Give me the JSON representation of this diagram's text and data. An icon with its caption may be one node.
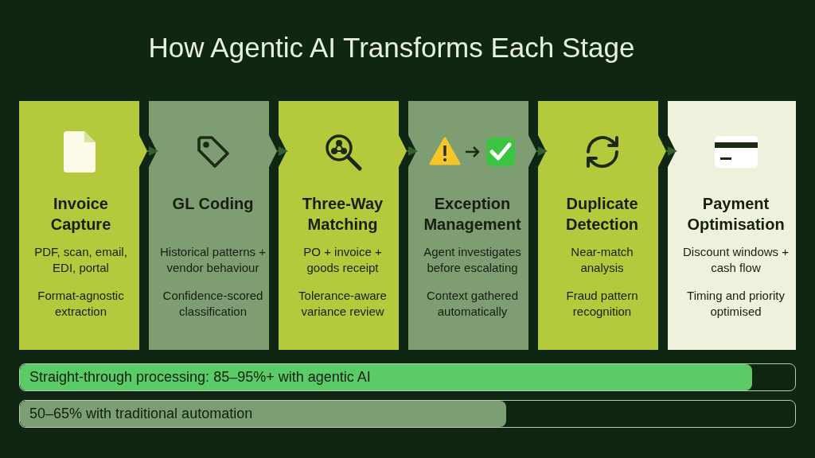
{
  "diagram": {
    "title": "How Agentic AI Transforms Each Stage",
    "nodes": [
      {
        "text": [
          "Invoice Capture",
          "PDF, scan, email, EDI, portal",
          "Format-agnostic extraction"
        ]
      },
      {
        "text": [
          "GL Coding",
          "Historical patterns + vendor behaviour",
          "Confidence-scored classification"
        ]
      },
      {
        "text": [
          "Three-Way Matching",
          "PO + invoice + goods receipt",
          "Tolerance-aware variance review"
        ]
      },
      {
        "text": [
          "Exception Management",
          "Agent investigates before escalating",
          "Context gathered automatically"
        ]
      },
      {
        "text": [
          "Duplicate Detection",
          "Near-match analysis",
          "Fraud pattern recognition"
        ]
      },
      {
        "text": [
          "Payment Optimisation",
          "Discount windows + cash flow",
          "Timing and priority optimised"
        ]
      },
      {
        "text": [
          "Straight-through processing: 85–95%+ with agentic AI"
        ]
      },
      {
        "text": [
          "50–65% with traditional automation"
        ]
      }
    ],
    "edges": [
      {
        "from": 0,
        "to": 1,
        "arrow": "to"
      },
      {
        "from": 1,
        "to": 2,
        "arrow": "to"
      },
      {
        "from": 2,
        "to": 3,
        "arrow": "to"
      },
      {
        "from": 3,
        "to": 4,
        "arrow": "to"
      },
      {
        "from": 4,
        "to": 5,
        "arrow": "to"
      }
    ]
  }
}
